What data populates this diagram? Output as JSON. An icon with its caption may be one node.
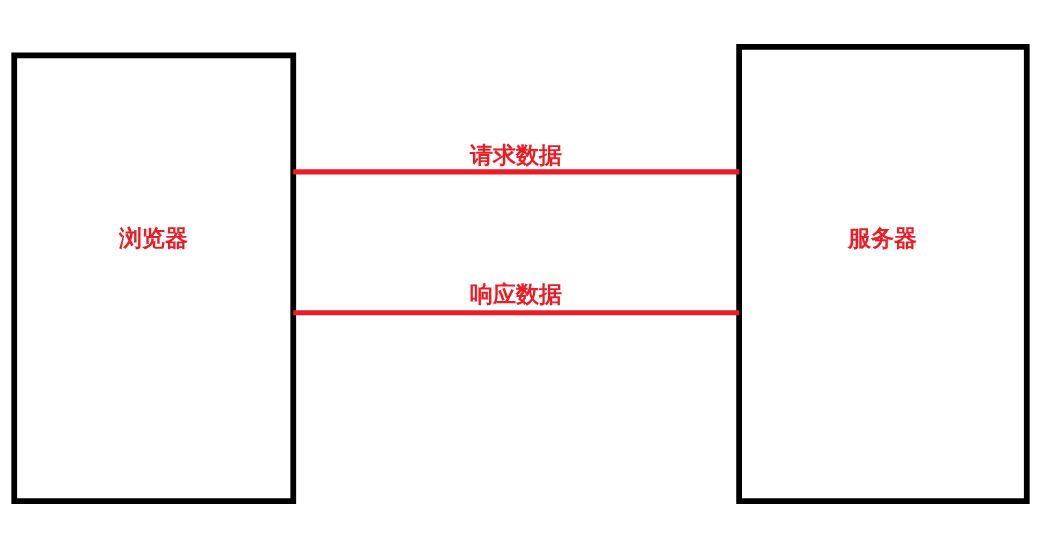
{
  "diagram": {
    "nodes": [
      {
        "text": [
          "浏览器"
        ]
      },
      {
        "text": [
          "服务器"
        ]
      }
    ],
    "edges": [
      {
        "from": 0,
        "to": 1,
        "arrow": "none",
        "label": "请求数据"
      },
      {
        "from": 0,
        "to": 1,
        "arrow": "none",
        "label": "响应数据"
      }
    ]
  }
}
